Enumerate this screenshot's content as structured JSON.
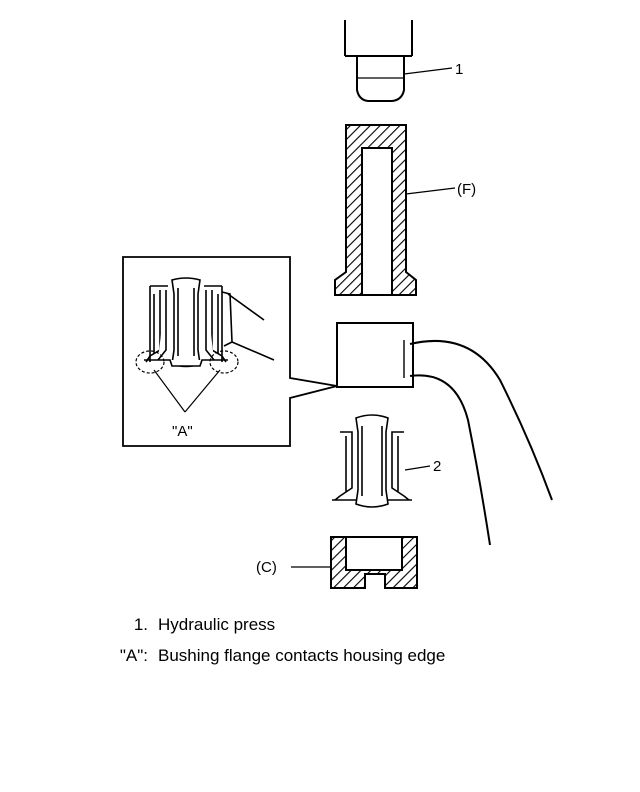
{
  "callouts": {
    "press_number": "1",
    "tool_f": "(F)",
    "bushing_number": "2",
    "tool_c": "(C)",
    "detail_a": "\"A\""
  },
  "legend": [
    {
      "key": "1.",
      "text": "Hydraulic press"
    },
    {
      "key": "\"A\":",
      "text": "Bushing flange contacts housing edge"
    }
  ]
}
